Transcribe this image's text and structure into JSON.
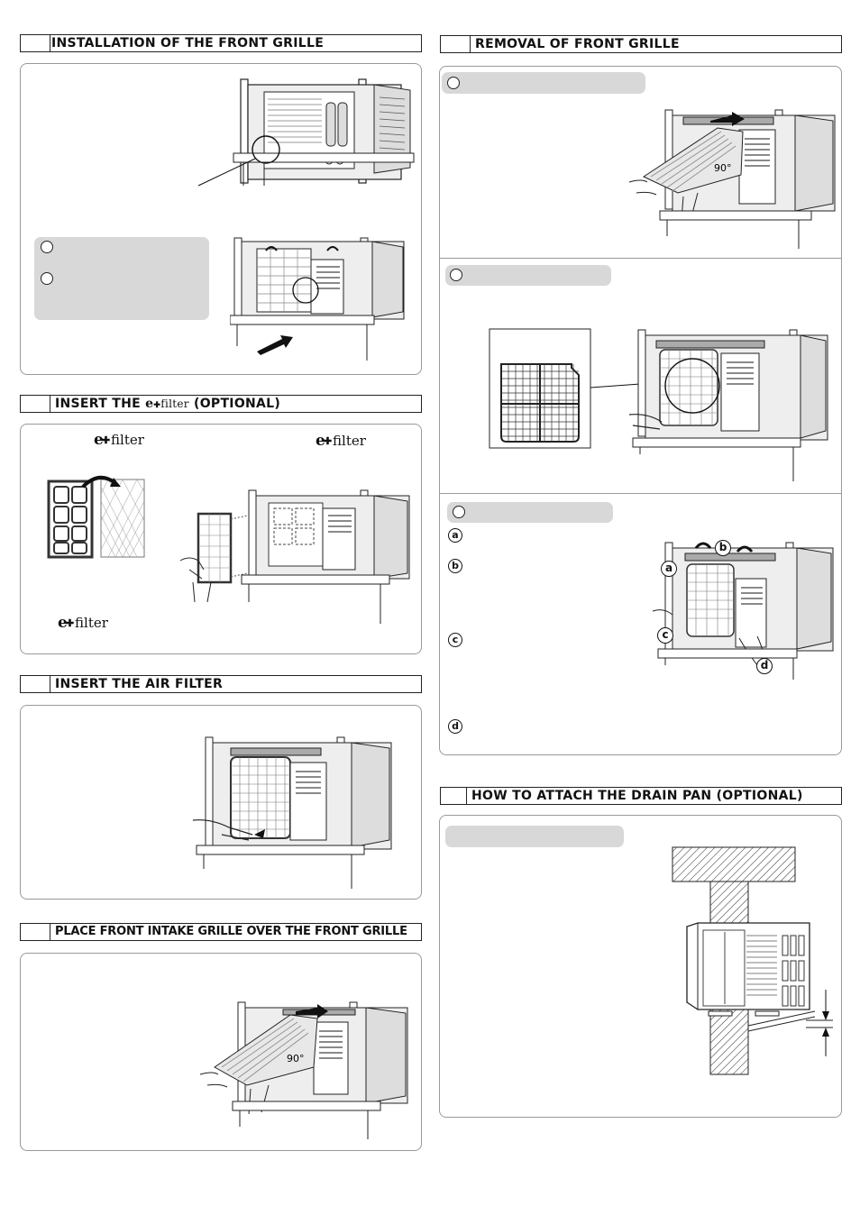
{
  "sections": {
    "install_front_grille": {
      "title": "INSTALLATION OF THE FRONT GRILLE"
    },
    "removal_front_grille": {
      "title": "REMOVAL OF FRONT GRILLE"
    },
    "insert_efilter": {
      "title_prefix": "INSERT THE",
      "title_suffix": "(OPTIONAL)"
    },
    "insert_air_filter": {
      "title": "INSERT THE AIR FILTER"
    },
    "place_intake_grille": {
      "title": "PLACE FRONT INTAKE GRILLE OVER THE FRONT GRILLE"
    },
    "drain_pan": {
      "title": "HOW TO ATTACH THE DRAIN PAN (OPTIONAL)"
    }
  },
  "efilter_logo": {
    "text": "filter"
  },
  "step_letters": [
    "a",
    "b",
    "c",
    "d"
  ],
  "angle_label": "90°"
}
